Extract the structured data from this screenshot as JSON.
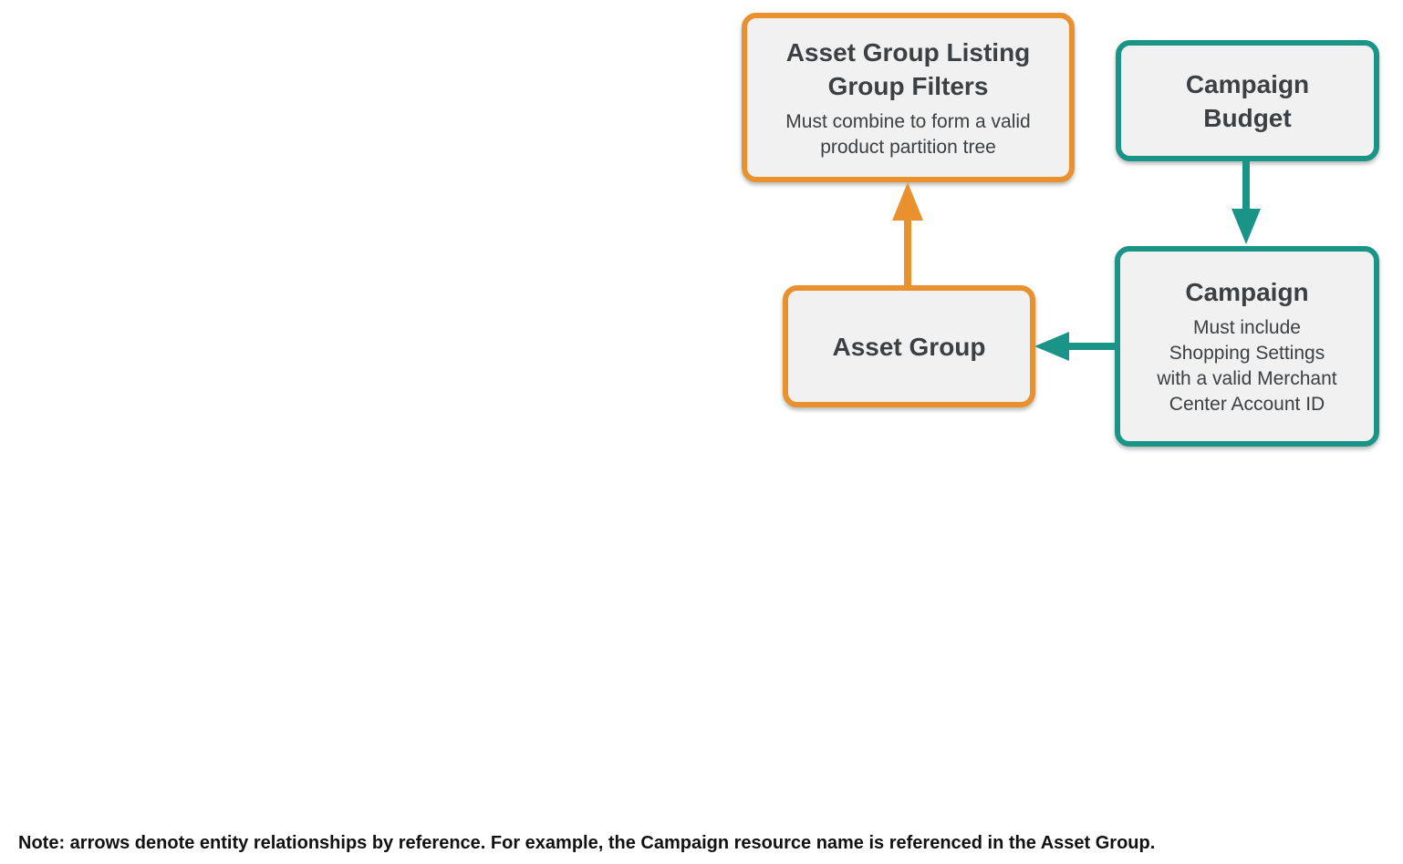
{
  "colors": {
    "orange": "#E8912E",
    "teal": "#1B9488",
    "box_fill": "#F1F1F1",
    "title_text": "#3C4043",
    "body_text": "#3C4043",
    "note_text": "#111111",
    "background": "#FFFFFF"
  },
  "nodes": {
    "listing_filters": {
      "title": "Asset Group Listing Group Filters",
      "title_lines": [
        "Asset Group Listing",
        "Group Filters"
      ],
      "subtitle": "Must combine to form a valid product partition tree",
      "subtitle_lines": [
        "Must combine to form a valid",
        "product partition tree"
      ],
      "accent": "orange"
    },
    "campaign_budget": {
      "title": "Campaign Budget",
      "title_lines": [
        "Campaign",
        "Budget"
      ],
      "accent": "teal"
    },
    "campaign": {
      "title": "Campaign",
      "subtitle": "Must include Shopping Settings with a valid Merchant Center Account ID",
      "subtitle_lines": [
        "Must include",
        "Shopping Settings",
        "with a valid Merchant",
        "Center Account ID"
      ],
      "accent": "teal"
    },
    "asset_group": {
      "title": "Asset Group",
      "accent": "orange"
    }
  },
  "edges": [
    {
      "from": "Asset Group",
      "to": "Asset Group Listing Group Filters",
      "color": "orange",
      "direction": "up"
    },
    {
      "from": "Campaign Budget",
      "to": "Campaign",
      "color": "teal",
      "direction": "down"
    },
    {
      "from": "Campaign",
      "to": "Asset Group",
      "color": "teal",
      "direction": "left"
    }
  ],
  "note": {
    "text": "Note: arrows denote entity relationships by reference. For example, the Campaign resource name is referenced in the Asset Group."
  }
}
